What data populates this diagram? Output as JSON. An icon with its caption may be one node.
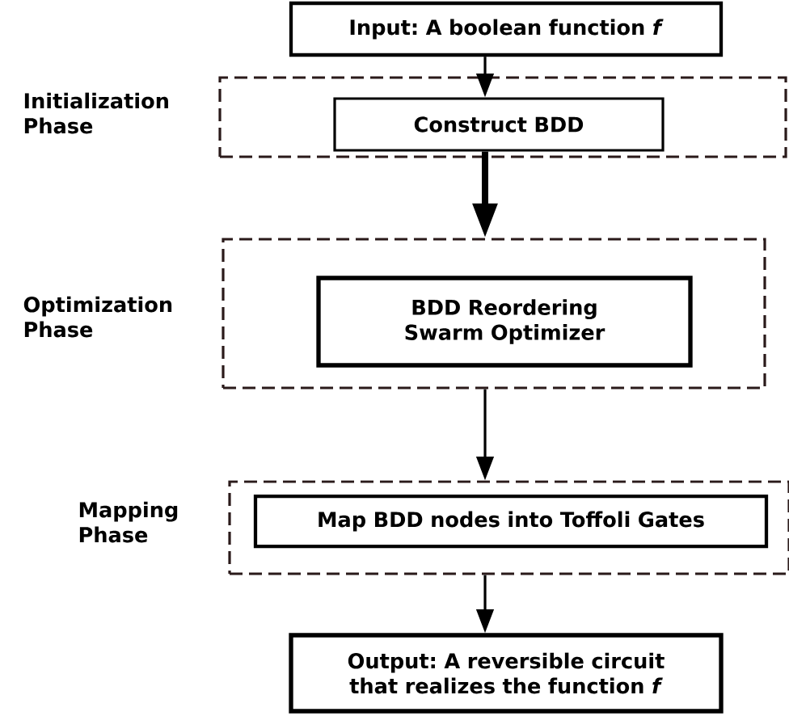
{
  "diagram": {
    "nodes": [
      {
        "text": [
          "Input: A boolean function *f*"
        ]
      },
      {
        "text": [
          "Initialization Phase"
        ]
      },
      {
        "text": [
          "Construct BDD"
        ],
        "in": 1
      },
      {
        "text": [
          "Optimization Phase"
        ]
      },
      {
        "text": [
          "BDD Reordering Swarm Optimizer"
        ],
        "in": 3
      },
      {
        "text": [
          "Mapping Phase"
        ]
      },
      {
        "text": [
          "Map BDD nodes into Toffoli Gates"
        ],
        "in": 5
      },
      {
        "text": [
          "Output: A reversible circuit that realizes the function *f*"
        ]
      }
    ],
    "edges": [
      {
        "from": 0,
        "to": 2,
        "arrow": "to"
      },
      {
        "from": 2,
        "to": 3,
        "arrow": "to",
        "style": "thick"
      },
      {
        "from": 3,
        "to": 5,
        "arrow": "to"
      },
      {
        "from": 5,
        "to": 7,
        "arrow": "to"
      }
    ]
  }
}
